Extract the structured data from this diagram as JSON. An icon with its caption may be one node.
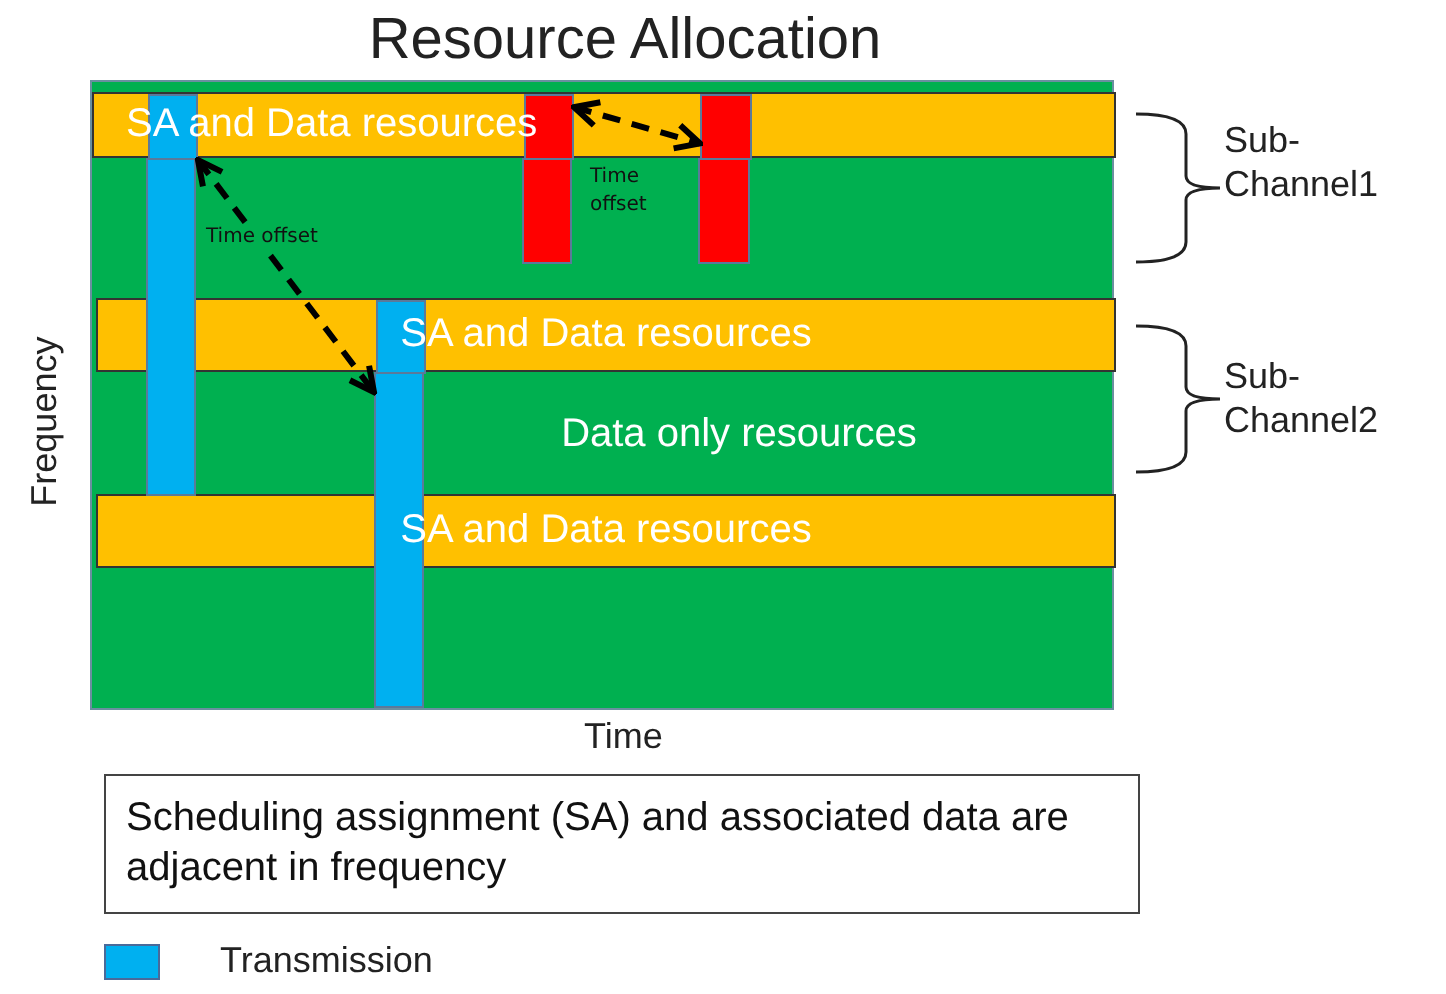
{
  "diagram": {
    "title": "Resource Allocation",
    "nodes": [
      {
        "text": [],
        "shape": "box"
      },
      {
        "text": [
          "SA and Data resources"
        ],
        "in": 0
      },
      {
        "text": [],
        "shape": "box",
        "in": 1
      },
      {
        "text": [],
        "shape": "box",
        "in": 0
      },
      {
        "text": [],
        "shape": "box",
        "in": 1
      },
      {
        "text": [],
        "shape": "box",
        "in": 0
      },
      {
        "text": [],
        "shape": "box",
        "in": 1
      },
      {
        "text": [],
        "shape": "box",
        "in": 0
      },
      {
        "text": [
          "SA and Data resources"
        ],
        "in": 0
      },
      {
        "text": [],
        "shape": "box",
        "in": 8
      },
      {
        "text": [],
        "shape": "box",
        "in": 0
      },
      {
        "text": [
          "Data only resources"
        ],
        "in": 0
      },
      {
        "text": [
          "SA and Data resources"
        ],
        "in": 0
      },
      {
        "text": [
          "Scheduling assignment (SA) and associated data are adjacent in frequency"
        ]
      }
    ],
    "edges": [
      {
        "from": 2,
        "to": 10,
        "arrow": "both",
        "style": "dashed",
        "label": "Time offset"
      },
      {
        "from": 4,
        "to": 6,
        "arrow": "both",
        "style": "dashed",
        "label": "Time offset"
      }
    ],
    "labels": [
      "Sub-Channel1",
      "Sub-Channel2",
      "Frequency",
      "Time"
    ],
    "legend": [
      {
        "text": "Transmission",
        "color": "#00b0f0"
      }
    ]
  }
}
